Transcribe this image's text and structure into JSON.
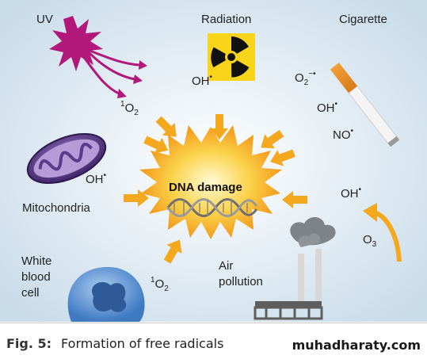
{
  "sources": {
    "uv": "UV",
    "radiation": "Radiation",
    "cigarette": "Cigarette",
    "mitochondria": "Mitochondria",
    "white_blood_cell": [
      "White",
      "blood",
      "cell"
    ],
    "air_pollution": [
      "Air",
      "pollution"
    ]
  },
  "species": {
    "singlet_oxygen_top": {
      "sup": "1",
      "base": "O",
      "sub": "2"
    },
    "oh_radiation": {
      "base": "OH",
      "dot": "•"
    },
    "superoxide": {
      "base": "O",
      "sub": "2",
      "sup": "−•"
    },
    "oh_cigarette": {
      "base": "OH",
      "dot": "•"
    },
    "no_cigarette": {
      "base": "NO",
      "dot": "•"
    },
    "oh_mitochondria": {
      "base": "OH",
      "dot": "•"
    },
    "oh_right": {
      "base": "OH",
      "dot": "•"
    },
    "ozone": {
      "base": "O",
      "sub": "3"
    },
    "singlet_oxygen_bottom": {
      "sup": "1",
      "base": "O",
      "sub": "2"
    }
  },
  "center_label": "DNA damage",
  "caption": {
    "fig": "Fig.  5:",
    "text": "Formation of free radicals"
  },
  "watermark": "muhadharaty.com",
  "colors": {
    "panel_bg": "#dde9f2",
    "burst": "#f7b321",
    "arrow": "#f4a81d",
    "uv_star": "#b2187a",
    "radiation_sign": "#f8d51a",
    "mitochondria": "#5d3f8a",
    "cell": "#6a9ed6"
  }
}
